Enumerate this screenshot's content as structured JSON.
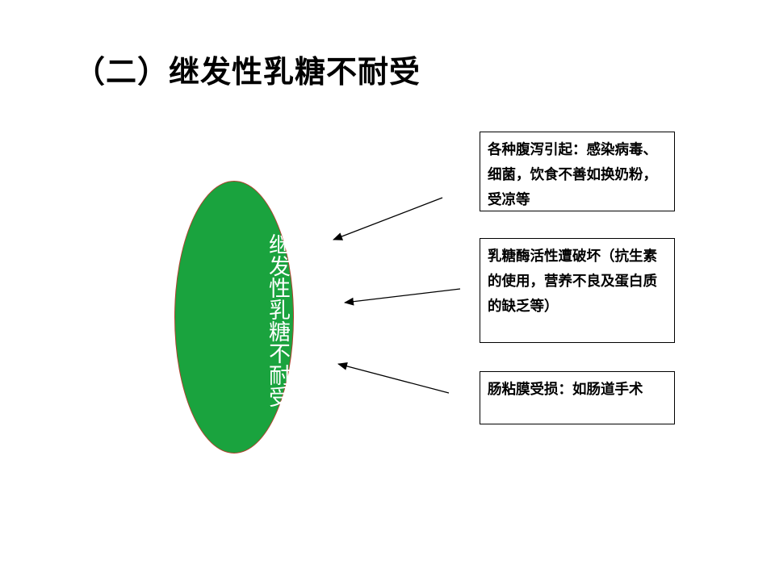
{
  "slide": {
    "title": "（二）继发性乳糖不耐受"
  },
  "diagram": {
    "center_node": {
      "label": "继发性乳糖不耐受",
      "color": "#1aa33e"
    },
    "causes": [
      {
        "text": "各种腹泻引起：感染病毒、细菌，饮食不善如换奶粉，受凉等"
      },
      {
        "text": "乳糖酶活性遭破坏（抗生素的使用，营养不良及蛋白质的缺乏等）"
      },
      {
        "text": "肠粘膜受损：如肠道手术"
      }
    ]
  }
}
